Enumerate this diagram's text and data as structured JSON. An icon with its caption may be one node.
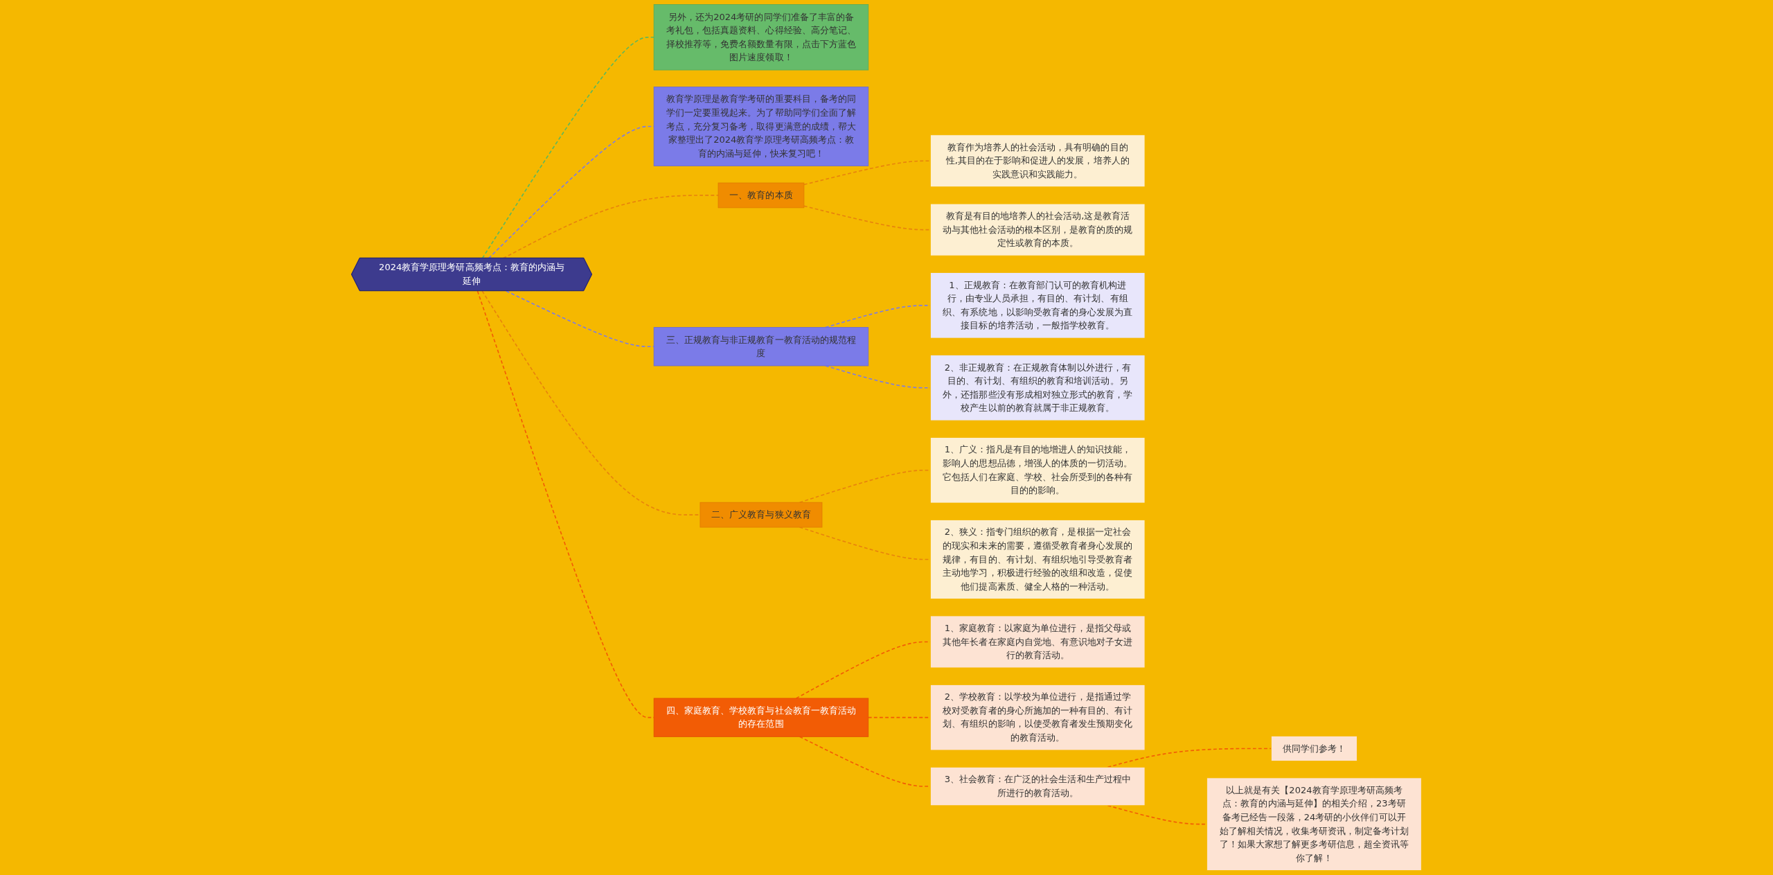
{
  "diagram": {
    "nodes": [
      {
        "text": [
          "2024教育学原理考研高频考点：教育的内涵与延伸"
        ]
      },
      {
        "text": [
          "另外，还为2024考研的同学们准备了丰富的备考礼包，包括真题资料、心得经验、高分笔记、择校推荐等，免费名额数量有限，点击下方蓝色图片速度领取！"
        ]
      },
      {
        "text": [
          "教育学原理是教育学考研的重要科目，备考的同学们一定要重视起来。为了帮助同学们全面了解考点，充分复习备考，取得更满意的成绩，帮大家整理出了2024教育学原理考研高频考点：教育的内涵与延伸，快来复习吧！"
        ]
      },
      {
        "text": [
          "一、教育的本质"
        ]
      },
      {
        "text": [
          "教育作为培养人的社会活动，具有明确的目的性,其目的在于影响和促进人的发展，培养人的实践意识和实践能力。"
        ]
      },
      {
        "text": [
          "教育是有目的地培养人的社会活动,这是教育活动与其他社会活动的根本区别，是教育的质的规定性或教育的本质。"
        ]
      },
      {
        "text": [
          "三、正规教育与非正规教育一教育活动的规范程度"
        ]
      },
      {
        "text": [
          "1、正规教育：在教育部门认可的教育机构进行，由专业人员承担，有目的、有计划、有组织、有系统地，以影响受教育者的身心发展为直接目标的培养活动，一般指学校教育。"
        ]
      },
      {
        "text": [
          "2、非正规教育：在正规教育体制以外进行，有目的、有计划、有组织的教育和培训活动。另外，还指那些没有形成相对独立形式的教育，学校产生以前的教育就属于非正规教育。"
        ]
      },
      {
        "text": [
          "二、广义教育与狭义教育"
        ]
      },
      {
        "text": [
          "1、广义：指凡是有目的地增进人的知识技能，影响人的思想品德，增强人的体质的一切活动。它包括人们在家庭、学校、社会所受到的各种有目的的影响。"
        ]
      },
      {
        "text": [
          "2、狭义：指专门组织的教育，是根据一定社会的现实和未来的需要，遵循受教育者身心发展的规律，有目的、有计划、有组织地引导受教育者主动地学习，积极进行经验的改组和改造，促使他们提高素质、健全人格的一种活动。"
        ]
      },
      {
        "text": [
          "四、家庭教育、学校教育与社会教育一教育活动的存在范围"
        ]
      },
      {
        "text": [
          "1、家庭教育：以家庭为单位进行，是指父母或其他年长者在家庭内自觉地、有意识地对子女进行的教育活动。"
        ]
      },
      {
        "text": [
          "2、学校教育：以学校为单位进行，是指通过学校对受教育者的身心所施加的一种有目的、有计划、有组织的影响，以使受教育者发生预期变化的教育活动。"
        ]
      },
      {
        "text": [
          "3、社会教育：在广泛的社会生活和生产过程中所进行的教育活动。"
        ]
      },
      {
        "text": [
          "供同学们参考！"
        ]
      },
      {
        "text": [
          "以上就是有关【2024教育学原理考研高频考点：教育的内涵与延伸】的相关介绍，23考研备考已经告一段落，24考研的小伙伴们可以开始了解相关情况，收集考研资讯，制定备考计划了！如果大家想了解更多考研信息，超全资讯等你了解！"
        ]
      }
    ],
    "edges": [
      {
        "from": 0,
        "to": 1,
        "arrow": "none",
        "style": "dashed",
        "color": "#5cb85c"
      },
      {
        "from": 0,
        "to": 2,
        "arrow": "none",
        "style": "dashed",
        "color": "#7b7be8"
      },
      {
        "from": 0,
        "to": 3,
        "arrow": "none",
        "style": "dashed",
        "color": "#e8830c"
      },
      {
        "from": 3,
        "to": 4,
        "arrow": "none",
        "style": "dashed",
        "color": "#e8830c"
      },
      {
        "from": 3,
        "to": 5,
        "arrow": "none",
        "style": "dashed",
        "color": "#e8830c"
      },
      {
        "from": 0,
        "to": 6,
        "arrow": "none",
        "style": "dashed",
        "color": "#7b7be8"
      },
      {
        "from": 6,
        "to": 7,
        "arrow": "none",
        "style": "dashed",
        "color": "#7b7be8"
      },
      {
        "from": 6,
        "to": 8,
        "arrow": "none",
        "style": "dashed",
        "color": "#7b7be8"
      },
      {
        "from": 0,
        "to": 9,
        "arrow": "none",
        "style": "dashed",
        "color": "#e8830c"
      },
      {
        "from": 9,
        "to": 10,
        "arrow": "none",
        "style": "dashed",
        "color": "#e8830c"
      },
      {
        "from": 9,
        "to": 11,
        "arrow": "none",
        "style": "dashed",
        "color": "#e8830c"
      },
      {
        "from": 0,
        "to": 12,
        "arrow": "none",
        "style": "dashed",
        "color": "#f25c05"
      },
      {
        "from": 12,
        "to": 13,
        "arrow": "none",
        "style": "dashed",
        "color": "#f25c05"
      },
      {
        "from": 12,
        "to": 14,
        "arrow": "none",
        "style": "dashed",
        "color": "#f25c05"
      },
      {
        "from": 12,
        "to": 15,
        "arrow": "none",
        "style": "dashed",
        "color": "#f25c05"
      },
      {
        "from": 15,
        "to": 16,
        "arrow": "none",
        "style": "dashed",
        "color": "#f25c05"
      },
      {
        "from": 15,
        "to": 17,
        "arrow": "none",
        "style": "dashed",
        "color": "#f25c05"
      }
    ]
  }
}
